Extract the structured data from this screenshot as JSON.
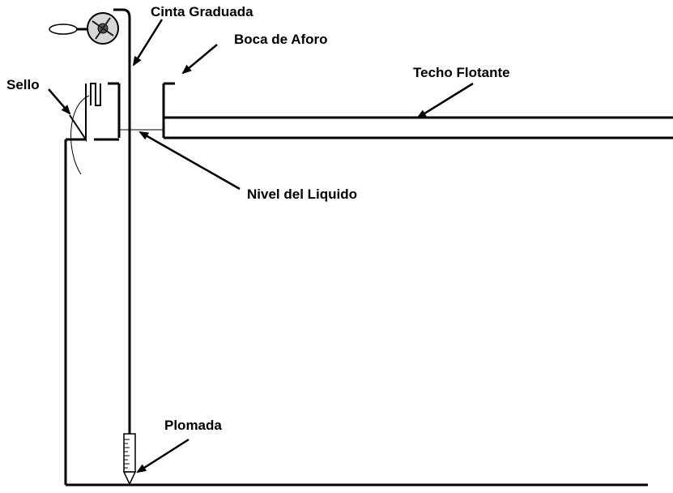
{
  "labels": {
    "tape": "Cinta Graduada",
    "gauge_hatch": "Boca de Aforo",
    "floating_roof": "Techo Flotante",
    "seal": "Sello",
    "liquid_level": "Nivel del Liquido",
    "plumb_bob": "Plomada"
  },
  "icons": {
    "reel": "tape-reel-icon",
    "plumb_bob": "plumb-bob-icon"
  },
  "colors": {
    "line": "#000000",
    "background": "#ffffff"
  }
}
